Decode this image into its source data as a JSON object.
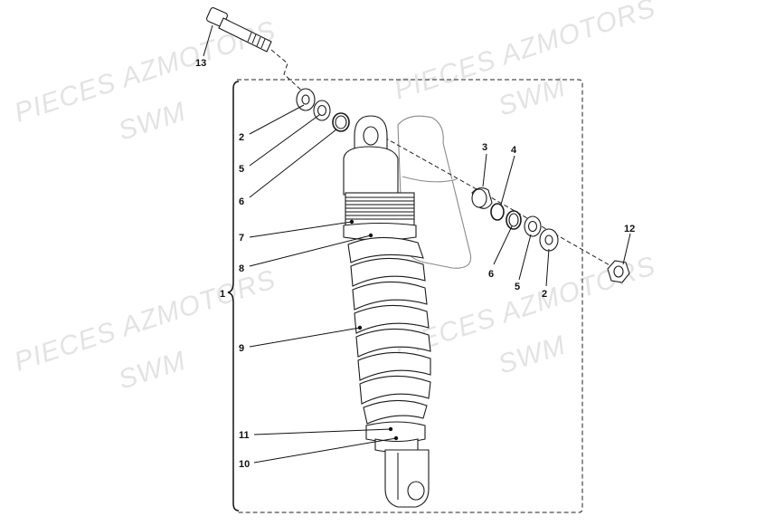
{
  "watermark": {
    "line1": "PIECES AZMOTORS",
    "line2": "SWM"
  },
  "callouts": {
    "assembly": "1",
    "washer_left": "2",
    "ring_left": "5",
    "circlip_left": "6",
    "spring_seat": "7",
    "spring_collar": "8",
    "spring": "9",
    "bump_stop": "11",
    "lower_mount": "10",
    "bolt": "13",
    "bushing_right": "3",
    "circlip_right_4": "4",
    "circlip_right_6": "6",
    "ring_right": "5",
    "washer_right": "2",
    "nut": "12"
  },
  "colors": {
    "line": "#1a1a1a",
    "watermark": "#e3e3e3",
    "ghost": "#8a8a8a"
  }
}
